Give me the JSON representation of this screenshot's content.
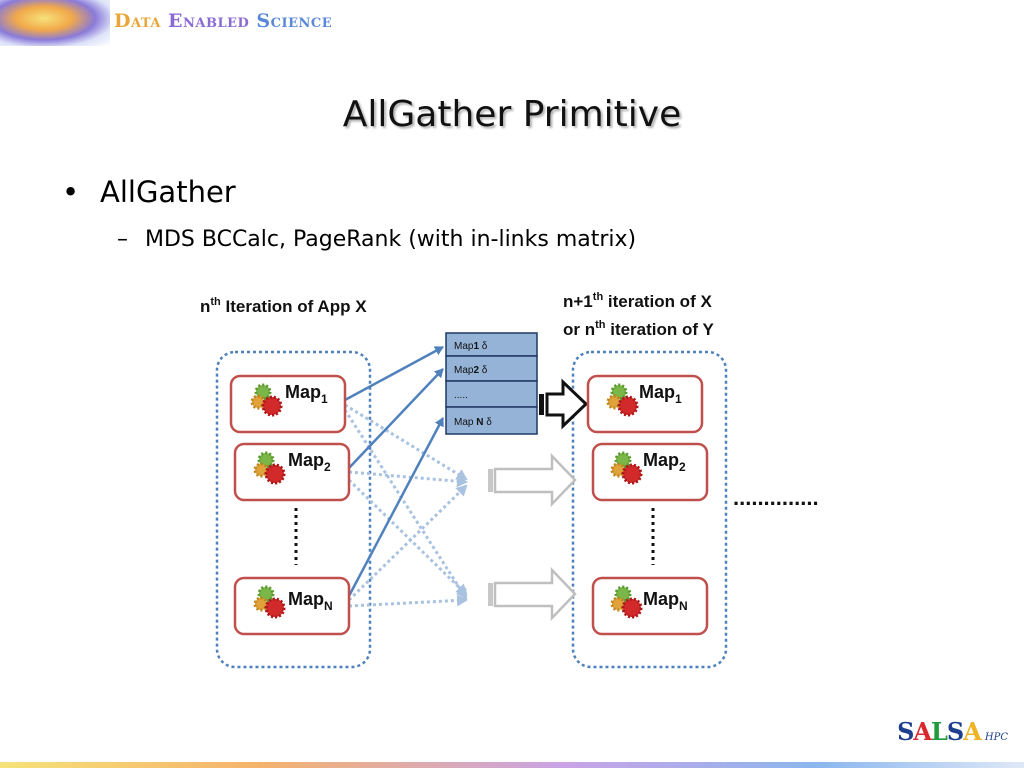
{
  "header": {
    "word1": "Data",
    "word2": "Enabled",
    "word3": "Science"
  },
  "slide": {
    "title": "AllGather Primitive",
    "bullet_marker": "•",
    "bullet": "AllGather",
    "sub_marker": "–",
    "sub_bullet": "MDS BCCalc, PageRank (with in-links matrix)"
  },
  "diagram": {
    "left_heading": {
      "prefix": "n",
      "sup": "th",
      "suffix": " Iteration of App X"
    },
    "right_heading_line1": {
      "prefix": "n+1",
      "sup": "th",
      "suffix": " iteration of X"
    },
    "right_heading_line2": {
      "prefix": "or n",
      "sup": "th",
      "suffix": " iteration of Y"
    },
    "left_maps": [
      {
        "label": "Map",
        "sub": "1"
      },
      {
        "label": "Map",
        "sub": "2"
      },
      {
        "label": "Map",
        "sub": "N"
      }
    ],
    "right_maps": [
      {
        "label": "Map",
        "sub": "1"
      },
      {
        "label": "Map",
        "sub": "2"
      },
      {
        "label": "Map",
        "sub": "N"
      }
    ],
    "gather_rows": [
      {
        "a": "Map",
        "b": "1",
        "c": " δ"
      },
      {
        "a": "Map",
        "b": "2",
        "c": " δ"
      },
      {
        "a": ".....",
        "b": "",
        "c": ""
      },
      {
        "a": "Map ",
        "b": "N",
        "c": " δ"
      }
    ],
    "continuation": ".............."
  },
  "logo": {
    "s1": "S",
    "a1": "A",
    "l1": "L",
    "s2": "S",
    "a2": "A",
    "hpc": "HPC"
  },
  "colors": {
    "map_border": "#c0504d",
    "container_border": "#4f81bd",
    "arrow_solid": "#4f81bd",
    "arrow_dotted": "#a8c2e0",
    "gather_fill": "#95b3d7"
  }
}
